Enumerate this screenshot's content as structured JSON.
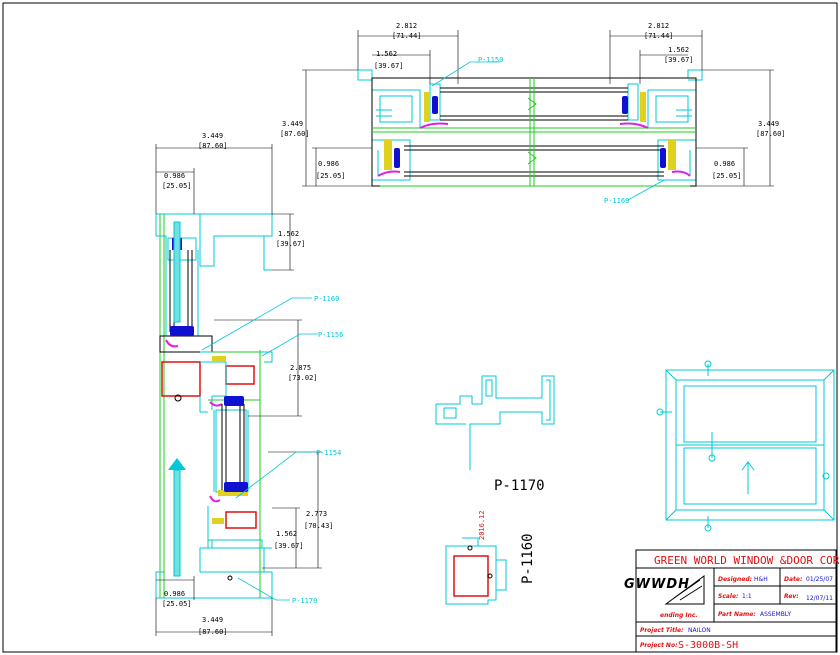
{
  "top_section": {
    "dims": [
      "2.812",
      "[71.44]",
      "1.562",
      "[39.67]",
      "2.812",
      "[71.44]",
      "1.562",
      "[39.67]",
      "3.449",
      "[87.60]",
      "3.449",
      "[87.60]",
      "0.986",
      "[25.05]",
      "0.986",
      "[25.05]"
    ],
    "labels": [
      "P-1150",
      "P-1169"
    ]
  },
  "side_section": {
    "dims": [
      "3.449",
      "[87.60]",
      "0.986",
      "[25.05]",
      "1.562",
      "[39.67]",
      "2.875",
      "[73.02]",
      "2.773",
      "[70.43]",
      "1.562",
      "[39.67]",
      "0.986",
      "[25.05]",
      "3.449",
      "[87.60]"
    ],
    "labels": [
      "P-1160",
      "P-1156",
      "P-1154",
      "P-1170"
    ]
  },
  "profiles": {
    "p1170": "P-1170",
    "p1160": "P-1160",
    "p1160_code": "2016.12"
  },
  "title_block": {
    "company": "GREEN WORLD WINDOW &DOOR CORP.",
    "logo": "GWWDH",
    "logo_sub": "ending Inc.",
    "designed_label": "Designed:",
    "designed_value": "H&H",
    "date_label": "Date:",
    "date_value": "01/25/07",
    "scale_label": "Scale:",
    "scale_value": "1:1",
    "rev_label": "Rev:",
    "rev_value": "12/07/11",
    "part_label": "Part Name:",
    "part_value": "ASSEMBLY",
    "title_label": "Project Title:",
    "title_value": "NAILON",
    "no_label": "Project No:",
    "no_value": "S-3000B-SH"
  },
  "colors": {
    "cyan": "#00c8d8",
    "green": "#22cc22",
    "red": "#e01010",
    "blue": "#1010d0",
    "magenta": "#e020e0",
    "yellow": "#e0d020",
    "black": "#000000"
  }
}
